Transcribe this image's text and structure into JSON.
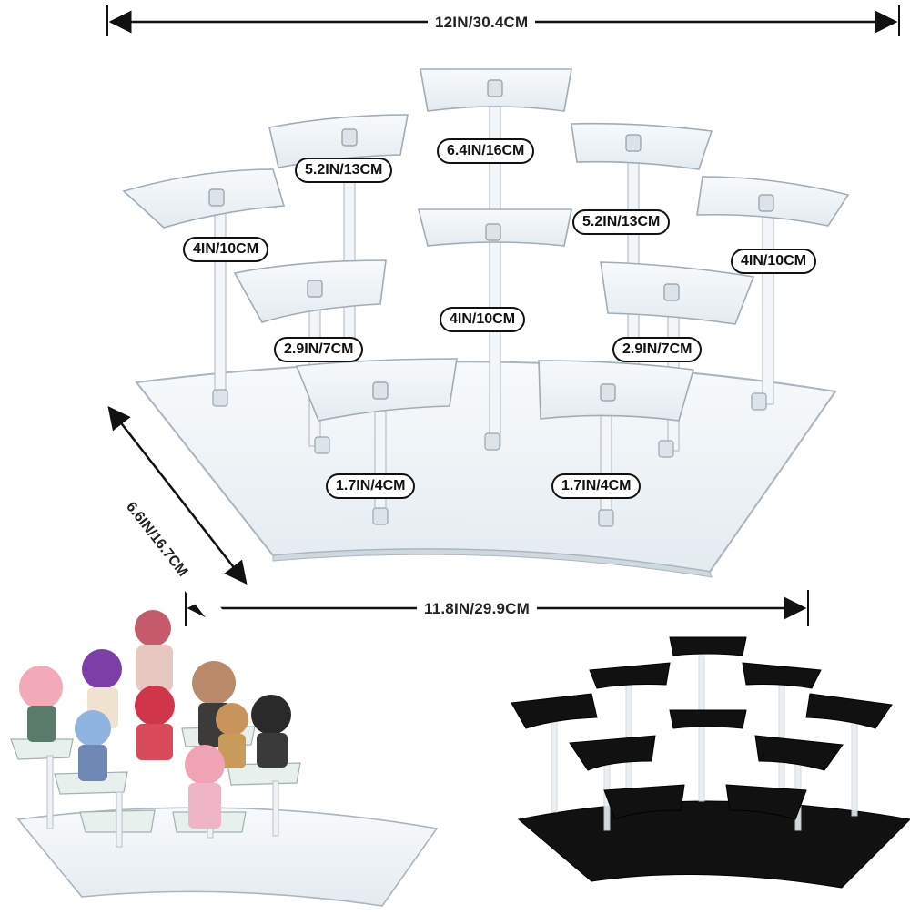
{
  "dimensions": {
    "width_top": "12IN/30.4CM",
    "width_bottom": "11.8IN/29.9CM",
    "depth": "6.6IN/16.7CM"
  },
  "tier_labels": {
    "center_top": "6.4IN/16CM",
    "left_upper": "5.2IN/13CM",
    "right_upper": "5.2IN/13CM",
    "left_outer": "4IN/10CM",
    "right_outer": "4IN/10CM",
    "center_mid": "4IN/10CM",
    "left_mid": "2.9IN/7CM",
    "right_mid": "2.9IN/7CM",
    "left_low": "1.7IN/4CM",
    "right_low": "1.7IN/4CM"
  },
  "colors": {
    "acrylic_clear": "#eef3f6",
    "acrylic_edge": "#b9c6cf",
    "black_acrylic": "#111111",
    "arrow": "#111111"
  }
}
